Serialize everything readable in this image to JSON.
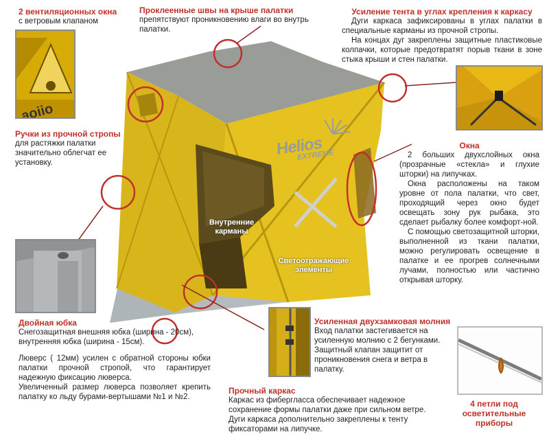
{
  "callouts": {
    "vents": {
      "title": "2 вентиляционных окна",
      "text": "с ветровым клапаном"
    },
    "seams": {
      "title": "Проклеенные швы на крыше палатки",
      "text": "препятствуют проникновению влаги во внутрь палатки."
    },
    "corners": {
      "title": "Усиление тента в углах крепления к каркасу",
      "text1": "Дуги каркаса зафиксированы в углах палатки в специальные карманы из прочной стропы.",
      "text2": "На концах дуг закреплены защитные пластиковые колпачки, которые предотвратят порыв ткани в зоне стыка крыши и стен палатки."
    },
    "handles": {
      "title": "Ручки из прочной стропы",
      "text": "для растяжки палатки значительно облегчат ее установку."
    },
    "windows": {
      "title": "Окна",
      "text1": "2 больших двухслойных окна (прозрачные «стекла» и глухие шторки) на липучках.",
      "text2": "Окна расположены на таком уровне от пола палатки, что свет, проходящий через окно будет освещать зону рук рыбака, это сделает рыбалку более комфорт-ной.",
      "text3": "С помощью светозащитной шторки, выполненной из ткани палатки, можно регулировать освещение в палатке и ее прогрев солнечными лучами, полностью или частично открывая шторку."
    },
    "skirt": {
      "title": "Двойная юбка",
      "text1": "Снегозащитная внешняя юбка (ширина - 20см),",
      "text2": "внутренняя юбка (ширина - 15см).",
      "text3": "Люверс ( 12мм) усилен с обратной стороны юбки палатки прочной стропой, что гарантирует надежную фиксацию люверса.",
      "text4": "Увеличенный размер люверса позволяет крепить палатку ко льду бурами-вертышами №1 и №2."
    },
    "zipper": {
      "title": "Усиленная двухзамковая молния",
      "text1": "Вход палатки застегивается на усиленную молнию с 2 бегунками.",
      "text2": "Защитный клапан защитит от проникновения снега и ветра в палатку."
    },
    "frame": {
      "title": "Прочный каркас",
      "text": "Каркас из фибергласса обеспечивает надежное сохранение формы палатки даже при сильном ветре. Дуги каркаса дополнительно закреплены к тенту фиксаторами на липучке."
    },
    "loops": {
      "title": "4 петли под осветительные приборы"
    }
  },
  "labels": {
    "pockets": "Внутренние карманы",
    "reflective": "Светоотражающие элементы"
  },
  "brand": {
    "logo": "Helios",
    "sub": "EXTREME"
  },
  "colors": {
    "accent": "#c0302a",
    "tent": "#e5c21f",
    "tent_dark": "#b8960f",
    "roof": "#9a9c98"
  }
}
